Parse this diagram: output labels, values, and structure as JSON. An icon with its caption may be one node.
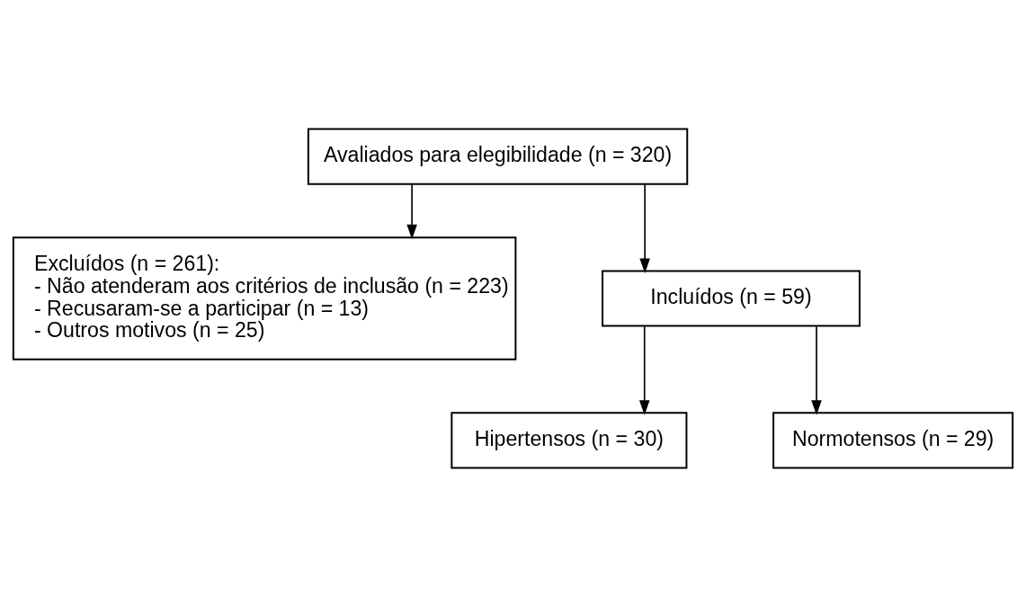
{
  "diagram": {
    "nodes": [
      {
        "text": [
          "Avaliados para elegibilidade (n = 320)"
        ]
      },
      {
        "text": [
          "Excluídos (n = 261):",
          "- Não atenderam aos critérios de inclusão (n = 223)",
          "- Recusaram-se a participar (n = 13)",
          "- Outros motivos (n = 25)"
        ]
      },
      {
        "text": [
          "Incluídos (n = 59)"
        ]
      },
      {
        "text": [
          "Hipertensos (n = 30)"
        ]
      },
      {
        "text": [
          "Normotensos (n = 29)"
        ]
      }
    ],
    "edges": [
      {
        "from": 0,
        "to": 1,
        "arrow": "to"
      },
      {
        "from": 0,
        "to": 2,
        "arrow": "to"
      },
      {
        "from": 2,
        "to": 3,
        "arrow": "to"
      },
      {
        "from": 2,
        "to": 4,
        "arrow": "to"
      }
    ]
  }
}
